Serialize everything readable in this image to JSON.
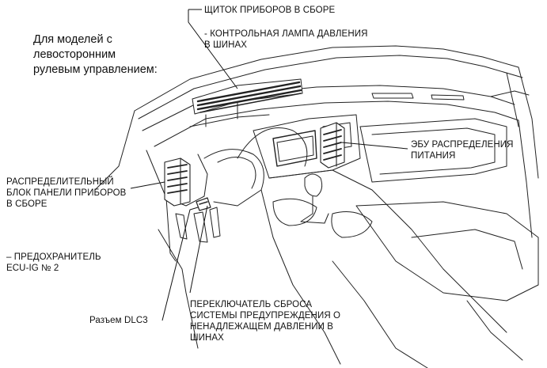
{
  "intro": {
    "lines": [
      "Для моделей с",
      "левосторонним",
      "рулевым управлением:"
    ]
  },
  "labels": {
    "instrument_panel": {
      "title": "ЩИТОК ПРИБОРОВ В СБОРЕ",
      "sub_lines": [
        "- КОНТРОЛЬНАЯ ЛАМПА ДАВЛЕНИЯ",
        "В ШИНАХ"
      ]
    },
    "power_ecu": {
      "lines": [
        "ЭБУ РАСПРЕДЕЛЕНИЯ",
        "ПИТАНИЯ"
      ]
    },
    "junction_block": {
      "lines": [
        "РАСПРЕДЕЛИТЕЛЬНЫЙ",
        "БЛОК ПАНЕЛИ ПРИБОРОВ",
        "В СБОРЕ"
      ]
    },
    "fuse": {
      "lines": [
        "– ПРЕДОХРАНИТЕЛЬ",
        "ECU-IG № 2"
      ]
    },
    "dlc3": {
      "text": "Разъем DLC3"
    },
    "reset_switch": {
      "lines": [
        "ПЕРЕКЛЮЧАТЕЛЬ СБРОСА",
        "СИСТЕМЫ ПРЕДУПРЕЖДЕНИЯ О",
        "НЕНАДЛЕЖАЩЕМ ДАВЛЕНИИ В",
        "ШИНАХ"
      ]
    }
  }
}
